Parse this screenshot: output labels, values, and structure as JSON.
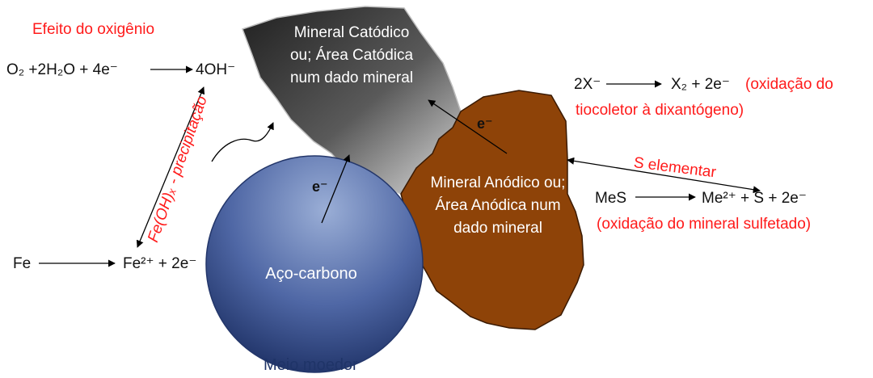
{
  "labels": {
    "oxygen_title": "Efeito do oxigênio",
    "o2_reaction": "O₂ +2H₂O + 4e⁻",
    "oh_product": "4OH⁻",
    "fe": "Fe",
    "fe_product": "Fe²⁺ + 2e⁻",
    "precipitation": "Fe(OH)ₓ - precipitação",
    "cathodic_mineral": "Mineral Catódico ou; Área Catódica num dado mineral",
    "anodic_mineral": "Mineral Anódico ou; Área Anódica num dado mineral",
    "steel": "Aço-carbono",
    "grinding_medium": "Meio moedor",
    "electron_1": "e⁻",
    "electron_2": "e⁻",
    "xanthate_reactant": "2X⁻",
    "xanthate_product": "X₂ + 2e⁻",
    "xanthate_note_1": "(oxidação do",
    "xanthate_note_2": "tiocoletor à dixantógeno)",
    "sulfur": "S elementar",
    "mes_reactant": "MeS",
    "mes_product": "Me²⁺ + S + 2e⁻",
    "mes_note": "(oxidação do mineral sulfetado)"
  },
  "colors": {
    "red_text": "#ff1a1a",
    "cathodic_dark": "#2a2a2a",
    "cathodic_light": "#d8d8d8",
    "anodic_fill": "#8e4308",
    "steel_light": "#8fa3cf",
    "steel_dark": "#1f3468"
  },
  "icons": [
    "arrow-icon",
    "double-arrow-icon",
    "curved-arrow-icon"
  ]
}
